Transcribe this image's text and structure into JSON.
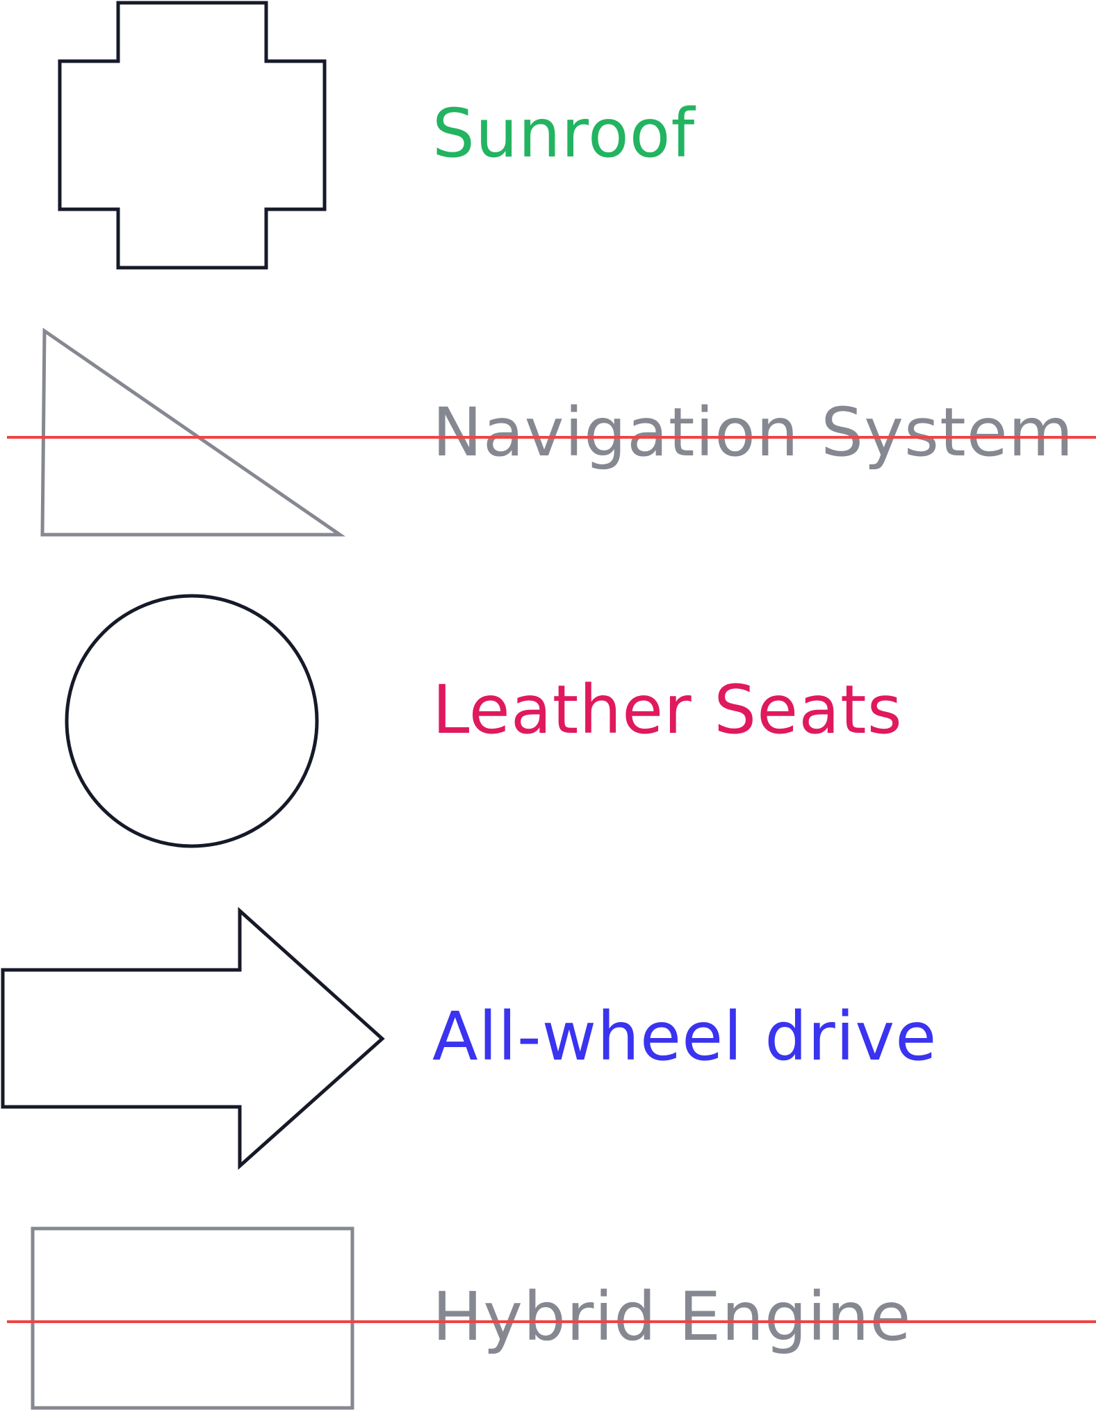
{
  "options": [
    {
      "label": "Sunroof",
      "label_color": "#22b461",
      "icon": "plus-cross-icon",
      "icon_stroke": "#161a28",
      "selected": true,
      "crossed_out": false
    },
    {
      "label": "Navigation System",
      "label_color": "#868891",
      "icon": "right-triangle-icon",
      "icon_stroke": "#868891",
      "selected": false,
      "crossed_out": true
    },
    {
      "label": "Leather Seats",
      "label_color": "#e0195e",
      "icon": "circle-icon",
      "icon_stroke": "#161a28",
      "selected": true,
      "crossed_out": false
    },
    {
      "label": "All-wheel drive",
      "label_color": "#3a33f0",
      "icon": "right-arrow-icon",
      "icon_stroke": "#161a28",
      "selected": true,
      "crossed_out": false
    },
    {
      "label": "Hybrid Engine",
      "label_color": "#868891",
      "icon": "rectangle-icon",
      "icon_stroke": "#868891",
      "selected": false,
      "crossed_out": true
    }
  ],
  "colors": {
    "strike": "#ef4444",
    "background": "#ffffff"
  }
}
